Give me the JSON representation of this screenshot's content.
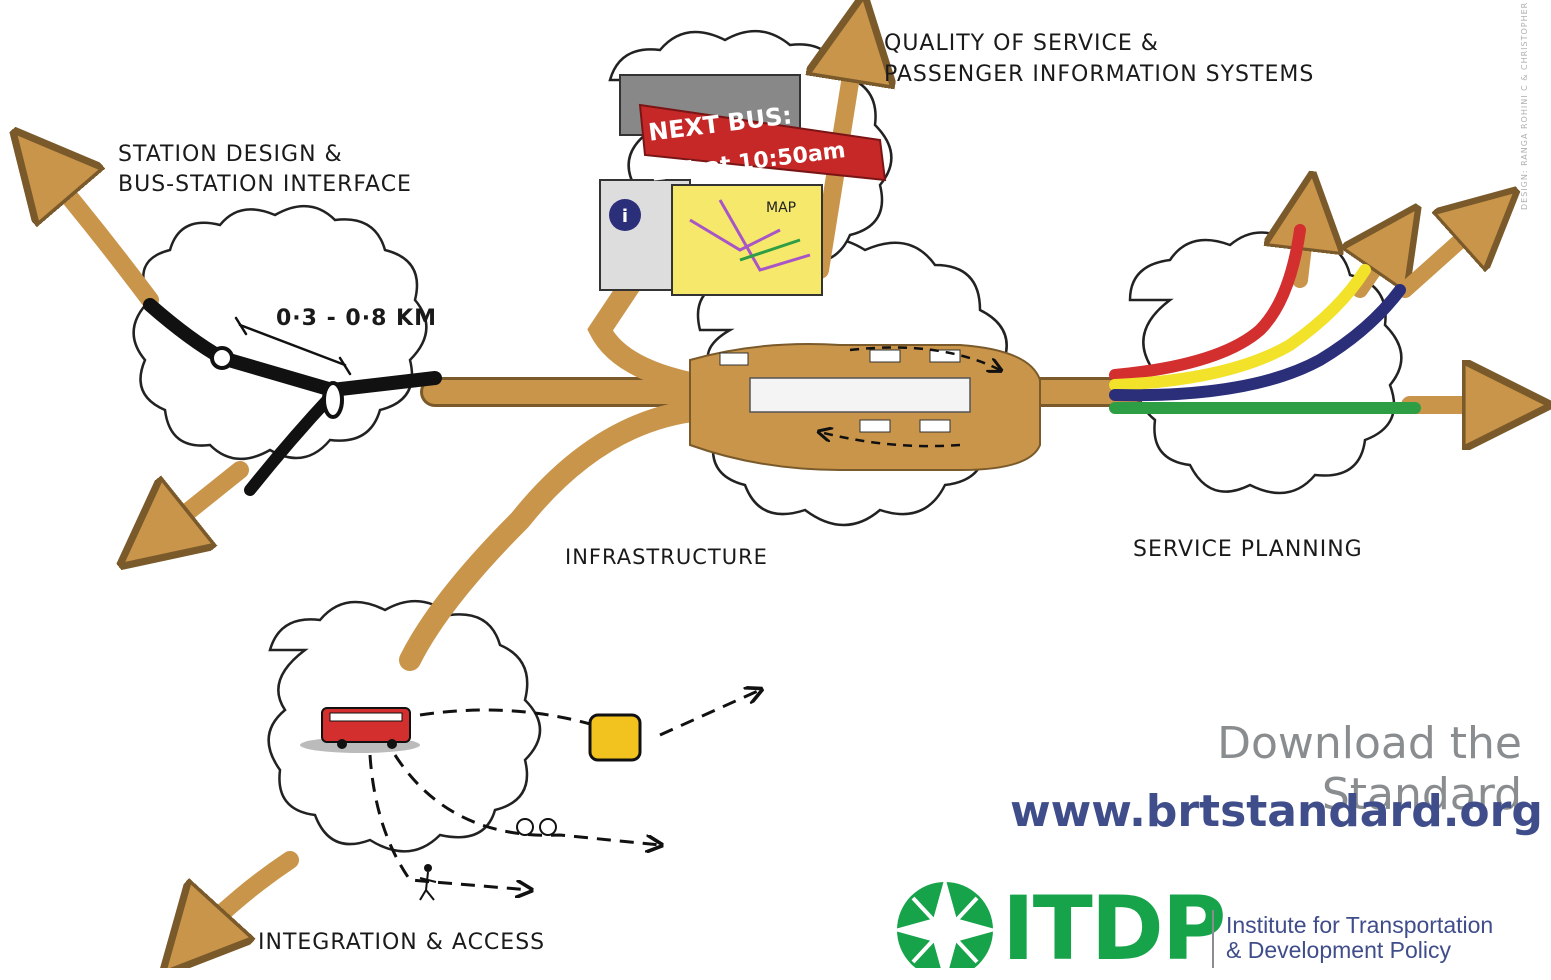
{
  "labels": {
    "station_design_line1": "STATION DESIGN &",
    "station_design_line2": "BUS-STATION INTERFACE",
    "quality_line1": "QUALITY OF SERVICE &",
    "quality_line2": "PASSENGER INFORMATION SYSTEMS",
    "infrastructure": "INFRASTRUCTURE",
    "service_planning": "SERVICE PLANNING",
    "integration": "INTEGRATION & ACCESS",
    "distance": "0·3 - 0·8 KM"
  },
  "sign": {
    "line1": "NEXT BUS:",
    "line2": "11A  at 10:50am",
    "map": "MAP"
  },
  "cta": {
    "download": "Download the Standard",
    "url": "www.brtstandard.org"
  },
  "org": {
    "acronym": "ITDP",
    "name_line1": "Institute for Transportation",
    "name_line2": "& Development Policy"
  },
  "credit": "DESIGN: RANGA ROHINI C & CHRISTOPHER",
  "colors": {
    "road": "#c9954a",
    "road_edge": "#7a5a2a",
    "route_red": "#d32f2f",
    "route_yellow": "#f2e22a",
    "route_navy": "#2b2f7a",
    "route_green": "#2e9e44",
    "itdp_green": "#16a34a",
    "url_blue": "#3f4d8a"
  }
}
